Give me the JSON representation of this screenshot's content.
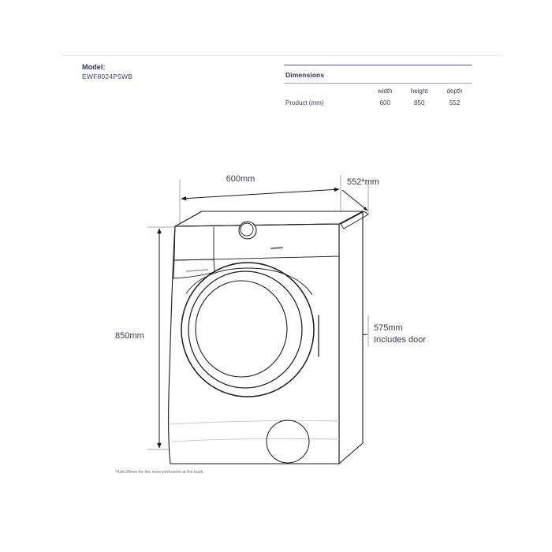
{
  "model": {
    "label": "Model:",
    "value": "EWF8024P5WB"
  },
  "dimensions_table": {
    "title": "Dimensions",
    "columns": [
      "",
      "width",
      "height",
      "depth"
    ],
    "rows": [
      {
        "label": "Product (mm)",
        "width": "600",
        "height": "850",
        "depth": "552"
      }
    ]
  },
  "drawing": {
    "title": "front-load washing machine dimension drawing",
    "annotations": {
      "width_label": "600mm",
      "depth_label": "552*mm",
      "height_label": "850mm",
      "door_depth_label": "575mm",
      "door_depth_sublabel": "Includes door"
    },
    "footnote": "*Add 20mm for the hose protrusion at the back."
  },
  "colors": {
    "text": "#3b3b4f",
    "heading": "#2e3061",
    "rule": "#e7e7ea",
    "line": "#1a1a1a",
    "light_line": "#b9b9c2"
  }
}
